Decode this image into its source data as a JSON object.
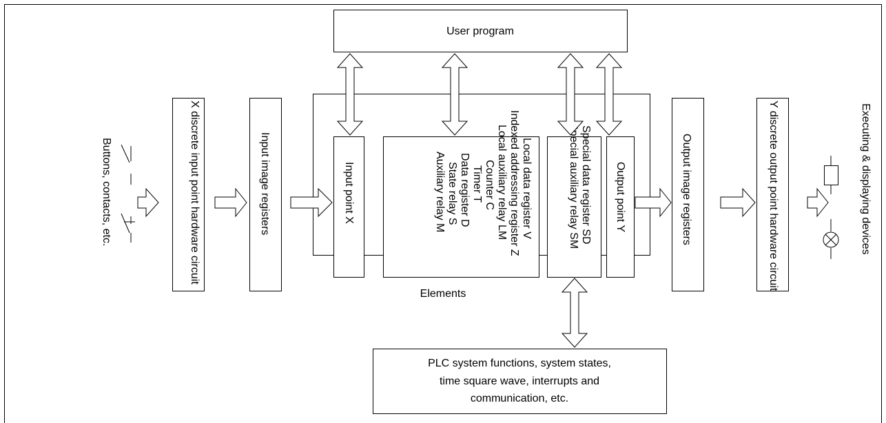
{
  "user_program": "User program",
  "input_device_label": "Buttons, contacts, etc.",
  "x_hardware": "X discrete input point hardware circuit",
  "input_image": "Input image registers",
  "input_point": "Input point X",
  "elements_list": [
    "Local data register V",
    "Indexed addressing register Z",
    "Local auxiliary relay LM",
    "Counter C",
    "Timer T",
    "Data register D",
    "State relay S",
    "Auxiliary relay M"
  ],
  "special_list": [
    "Special data register SD",
    "Special auxiliary relay SM"
  ],
  "output_point": "Output point Y",
  "elements_label": "Elements",
  "output_image": "Output image registers",
  "y_hardware": "Y discrete output point hardware circuit",
  "output_device_label": "Executing & displaying devices",
  "system_functions": [
    "PLC system functions, system states,",
    "time square wave, interrupts and",
    "communication, etc."
  ]
}
